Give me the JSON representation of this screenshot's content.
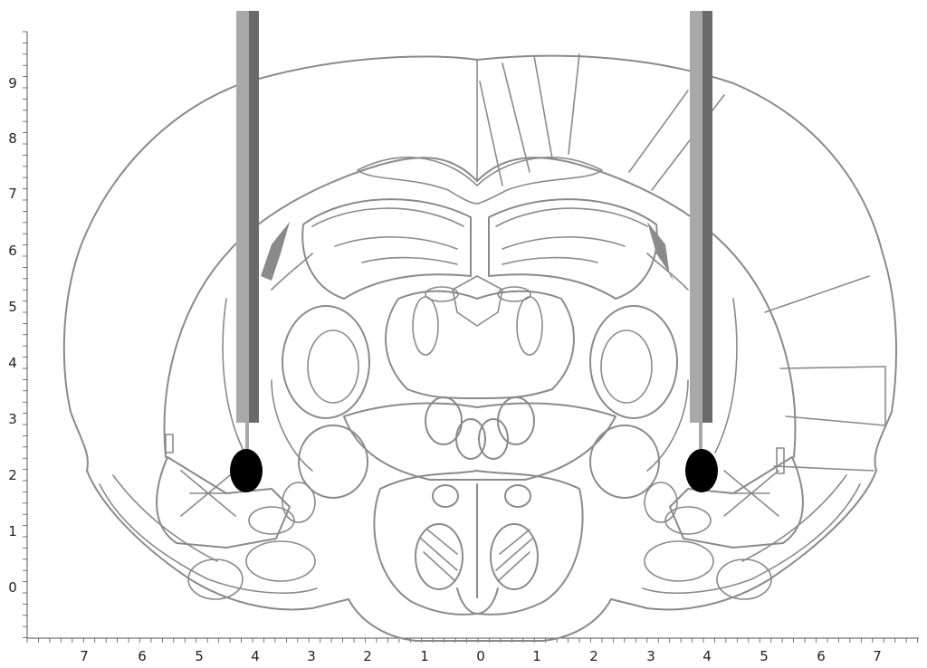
{
  "figure": {
    "x_axis_labels": [
      "7",
      "6",
      "5",
      "4",
      "3",
      "2",
      "1",
      "0",
      "1",
      "2",
      "3",
      "4",
      "5",
      "6",
      "7"
    ],
    "y_axis_labels": [
      "9",
      "8",
      "7",
      "6",
      "5",
      "4",
      "3",
      "2",
      "1",
      "0"
    ],
    "colors": {
      "outline": "#8a8a8a",
      "probe_light": "#a8a8a8",
      "probe_dark": "#6a6a6a",
      "target": "#000000",
      "axis": "#555555"
    },
    "probes": [
      {
        "name": "left-probe",
        "x_mm": -4.2,
        "tip_y_mm": 3.0
      },
      {
        "name": "right-probe",
        "x_mm": 3.8,
        "tip_y_mm": 3.0
      }
    ],
    "targets": [
      {
        "name": "left-target",
        "x_mm": -4.2,
        "y_mm": 2.1
      },
      {
        "name": "right-target",
        "x_mm": 3.8,
        "y_mm": 2.1
      }
    ]
  }
}
